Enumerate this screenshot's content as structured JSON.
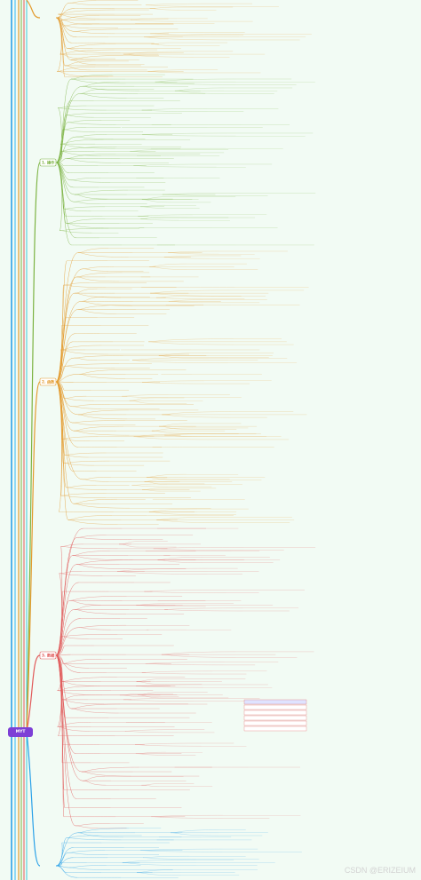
{
  "root": {
    "label": "MYT"
  },
  "sections": [
    {
      "id": "top",
      "label": ""
    },
    {
      "id": "green",
      "label": "1. 操作",
      "color": "#7cb342"
    },
    {
      "id": "orange",
      "label": "2. 函数",
      "color": "#e39b2e"
    },
    {
      "id": "red",
      "label": "3. 数据",
      "color": "#e15a5a"
    },
    {
      "id": "blue",
      "label": "",
      "color": "#2aa1e8"
    }
  ],
  "watermark": "CSDN @ERIZEIUM"
}
